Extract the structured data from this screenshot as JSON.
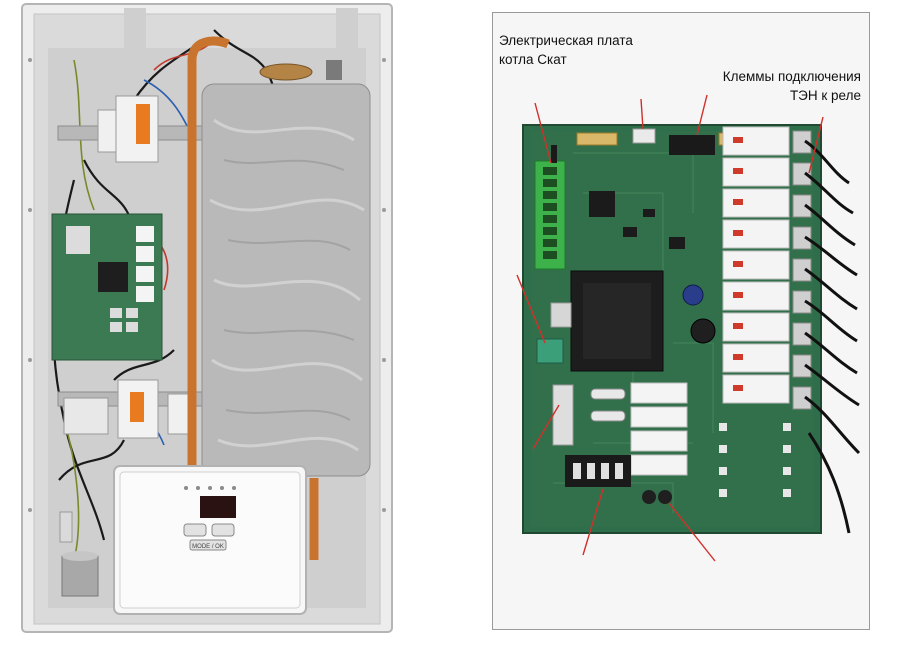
{
  "captions": {
    "board_line1": "Электрическая плата",
    "board_line2": "котла Скат",
    "terminals_line1": "Клеммы подключения",
    "terminals_line2": "ТЭН к реле"
  },
  "display_button_label": "MODE / OK",
  "colors": {
    "pcb_green": "#2f6e4a",
    "terminal_green": "#3db24a",
    "relay_white": "#f4f4f4",
    "relay_red_text": "#cf3a2a",
    "pointer_red": "#d2302a",
    "copper_pipe": "#c8742f",
    "heater_foil": "#b9b9b9",
    "cabinet_frame": "#e6e6e6"
  }
}
